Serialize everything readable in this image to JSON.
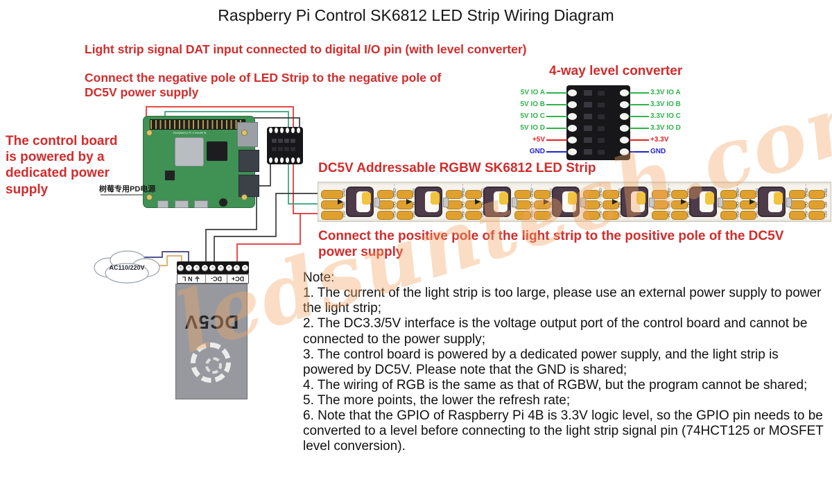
{
  "colors": {
    "accent_red": "#d22c2c",
    "text_black": "#151515",
    "green_label": "#2eb24a",
    "blue_label": "#2222cc",
    "wire_red": "#e03030",
    "wire_green": "#2fa37a",
    "wire_black": "#3a3a3a",
    "wire_navy": "#3c3c82",
    "wire_tan": "#d9a75e",
    "board_green": "#3f9154",
    "module_black": "#17171a",
    "pad_gold": "#dfa02e",
    "strip_bg": "#f5f3ec",
    "psu_gray": "#97999f",
    "led_dark": "#4e3b49",
    "phosphor": "#f2c33c"
  },
  "title": "Raspberry Pi Control SK6812 LED Strip Wiring Diagram",
  "annotations": {
    "dat_input": "Light strip signal DAT input connected to digital I/O pin (with level converter)",
    "negative_pole": "Connect the negative pole of LED Strip to the negative pole of\nDC5V power supply",
    "dedicated_power": "The control board\nis powered by a\ndedicated power\nsupply",
    "positive_pole": "Connect the positive pole of the light strip to the positive pole of the DC5V\npower supply"
  },
  "level_converter": {
    "title": "4-way level converter",
    "left_pins": [
      {
        "label": "5V IO A",
        "color": "#2eb24a"
      },
      {
        "label": "5V IO B",
        "color": "#2eb24a"
      },
      {
        "label": "5V IO C",
        "color": "#2eb24a"
      },
      {
        "label": "5V IO D",
        "color": "#2eb24a"
      },
      {
        "label": "+5V",
        "color": "#e02020"
      },
      {
        "label": "GND",
        "color": "#2222cc"
      }
    ],
    "right_pins": [
      {
        "label": "3.3V IO A",
        "color": "#2eb24a"
      },
      {
        "label": "3.3V IO B",
        "color": "#2eb24a"
      },
      {
        "label": "3.3V IO C",
        "color": "#2eb24a"
      },
      {
        "label": "3.3V IO D",
        "color": "#2eb24a"
      },
      {
        "label": "+3.3V",
        "color": "#e02020"
      },
      {
        "label": "GND",
        "color": "#2222cc"
      }
    ]
  },
  "led_strip": {
    "title": "DC5V Addressable RGBW SK6812 LED Strip",
    "led_count": 7,
    "input_pad_labels": [
      "GND",
      "Din",
      "+5V"
    ],
    "joint_left_labels": [
      "GND",
      "DO",
      "+5V"
    ],
    "joint_right_labels": [
      "GND",
      "Din",
      "+5V"
    ]
  },
  "raspberry_pi": {
    "pd_power_label": "树莓专用PD电源",
    "board_text": "Raspberry Pi 4 Model B"
  },
  "power_supply": {
    "label": "DC5V",
    "terminal_cells": [
      "DC+",
      "DC-",
      "⏚ N L"
    ],
    "screw_count": 9
  },
  "ac_source": {
    "label": "AC110/220V"
  },
  "note": {
    "heading": "Note:",
    "items": [
      "1. The current of the light strip is too large, please use an external power supply to power the light strip;",
      "2. The DC3.3/5V interface is the voltage output port of the control board and cannot be connected to the power supply;",
      "3. The control board is powered by a dedicated power supply, and the light strip is powered by DC5V. Please note that the GND is shared;",
      "4. The wiring of RGB is the same as that of RGBW, but the program cannot be shared;",
      "5. The more points, the lower the refresh rate;",
      "6. Note that the GPIO of Raspberry Pi 4B is 3.3V logic level, so the GPIO pin needs to be converted to a level before connecting to the light strip signal pin (74HCT125 or MOSFET level conversion)."
    ]
  },
  "watermark": "ledsuntech.com"
}
